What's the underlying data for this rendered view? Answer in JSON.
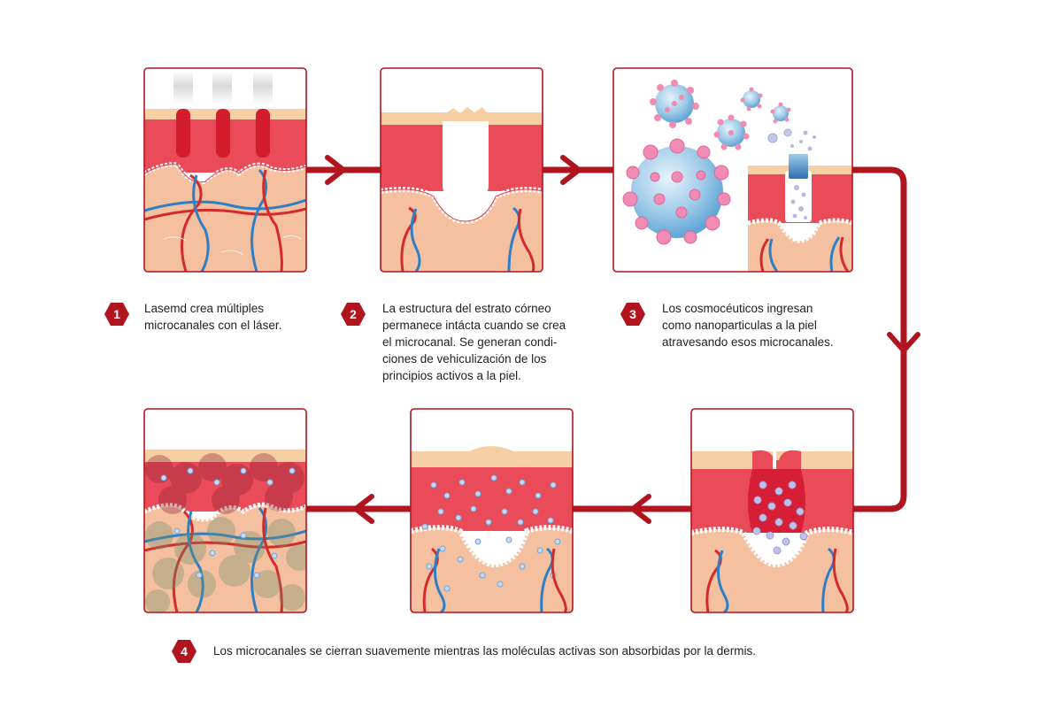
{
  "colors": {
    "flow_arrow": "#b0151f",
    "panel_border": "#b0151f",
    "epidermis": "#e94b59",
    "dermis": "#f5c0a0",
    "stratum_corneum": "#f7cfa5",
    "vein": "#2f7fc4",
    "artery": "#d42a2a",
    "badge": "#b0151f"
  },
  "steps": [
    {
      "number": "1",
      "lines": [
        "Lasemd crea múltiples",
        "microcanales con el láser."
      ]
    },
    {
      "number": "2",
      "lines": [
        "La estructura del estrato córneo",
        "permanece intácta cuando se crea",
        "el microcanal. Se generan condi-",
        "ciones de vehiculización de los",
        "principios activos a la piel."
      ]
    },
    {
      "number": "3",
      "lines": [
        "Los cosmocéuticos ingresan",
        "como nanoparticulas a la piel",
        "atravesando esos microcanales."
      ]
    },
    {
      "number": "4",
      "lines": [
        "Los microcanales se cierran suavemente mientras las moléculas activas son absorbidas por la dermis."
      ]
    }
  ]
}
